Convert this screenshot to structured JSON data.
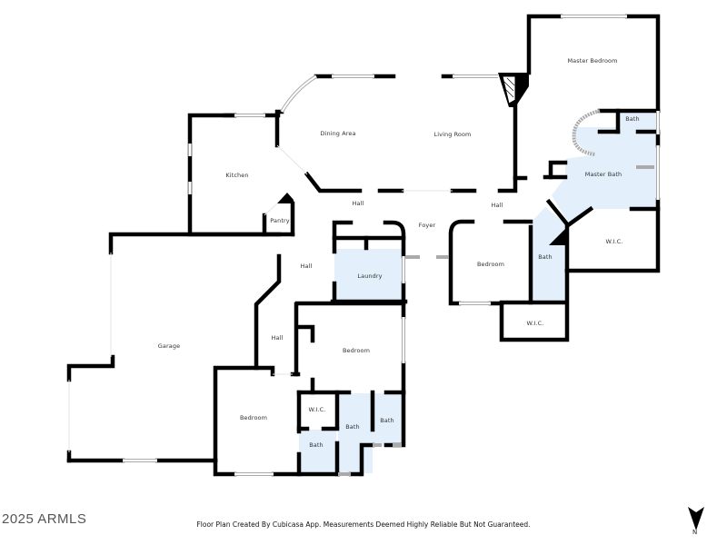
{
  "rooms": {
    "master_bedroom": "Master Bedroom",
    "master_bath": "Master Bath",
    "master_bath_toilet": "Bath",
    "master_wic": "W.I.C.",
    "dining_area": "Dining Area",
    "living_room": "Living Room",
    "kitchen": "Kitchen",
    "pantry": "Pantry",
    "hall_upper_left": "Hall",
    "hall_upper_right": "Hall",
    "foyer": "Foyer",
    "laundry": "Laundry",
    "bedroom_center_right": "Bedroom",
    "bath_center_right": "Bath",
    "wic_center_right": "W.I.C.",
    "hall_mid": "Hall",
    "hall_lower": "Hall",
    "garage": "Garage",
    "bedroom_lower_center": "Bedroom",
    "bedroom_lower_left": "Bedroom",
    "wic_lower": "W.I.C.",
    "bath_lower_left": "Bath",
    "bath_lower_mid": "Bath",
    "bath_lower_right": "Bath"
  },
  "footer": {
    "copyright": "2025 ARMLS",
    "disclaimer": "Floor Plan Created By Cubicasa App. Measurements Deemed Highly Reliable But Not Guaranteed."
  },
  "compass": {
    "label": "N",
    "icon": "north-arrow-icon"
  },
  "colors": {
    "wall": "#000000",
    "wet_room_fill": "#e3f0fb",
    "window": "#aaaaaa",
    "background": "#ffffff"
  }
}
